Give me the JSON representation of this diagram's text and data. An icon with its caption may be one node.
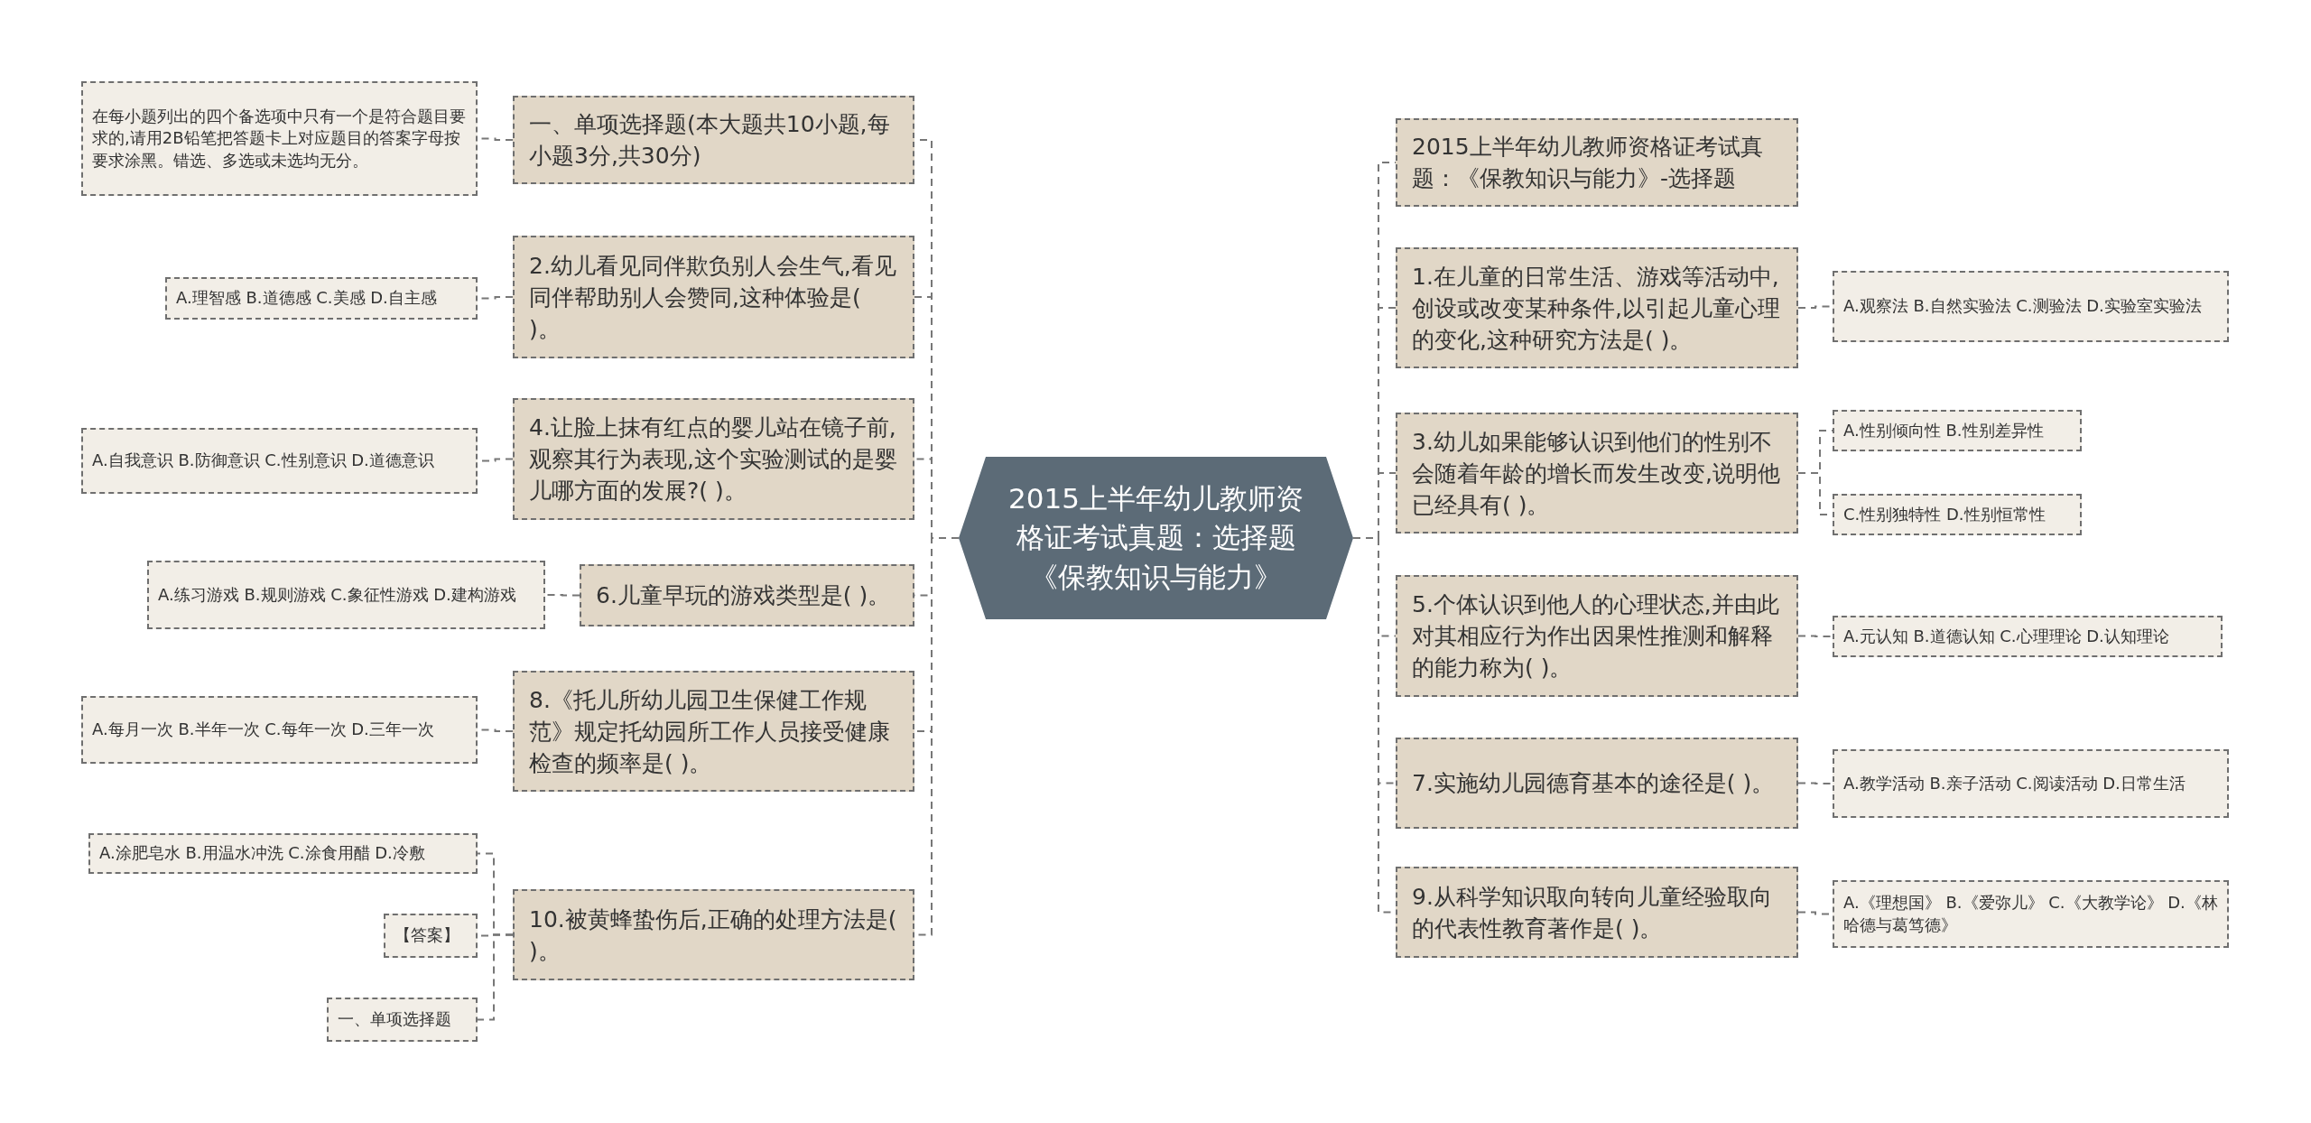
{
  "diagram": {
    "nodes": [
      {
        "text": [
          "2015上半年幼儿教师资格证考试真题：选择题《保教知识与能力》"
        ]
      },
      {
        "text": [
          "一、单项选择题(本大题共10小题,每小题3分,共30分)"
        ]
      },
      {
        "text": [
          "在每小题列出的四个备选项中只有一个是符合题目要求的,请用2B铅笔把答题卡上对应题目的答案字母按要求涂黑。错选、多选或未选均无分。"
        ]
      },
      {
        "text": [
          "2.幼儿看见同伴欺负别人会生气,看见同伴帮助别人会赞同,这种体验是( )。"
        ]
      },
      {
        "text": [
          "A.理智感 B.道德感 C.美感 D.自主感"
        ]
      },
      {
        "text": [
          "4.让脸上抹有红点的婴儿站在镜子前,观察其行为表现,这个实验测试的是婴儿哪方面的发展?( )。"
        ]
      },
      {
        "text": [
          "A.自我意识 B.防御意识 C.性别意识 D.道德意识"
        ]
      },
      {
        "text": [
          "6.儿童早玩的游戏类型是( )。"
        ]
      },
      {
        "text": [
          "A.练习游戏 B.规则游戏 C.象征性游戏 D.建构游戏"
        ]
      },
      {
        "text": [
          "8.《托儿所幼儿园卫生保健工作规范》规定托幼园所工作人员接受健康检查的频率是( )。"
        ]
      },
      {
        "text": [
          "A.每月一次 B.半年一次 C.每年一次 D.三年一次"
        ]
      },
      {
        "text": [
          "10.被黄蜂蛰伤后,正确的处理方法是( )。"
        ]
      },
      {
        "text": [
          "A.涂肥皂水 B.用温水冲洗 C.涂食用醋 D.冷敷"
        ]
      },
      {
        "text": [
          "【答案】"
        ]
      },
      {
        "text": [
          "一、单项选择题"
        ]
      },
      {
        "text": [
          "2015上半年幼儿教师资格证考试真题：《保教知识与能力》-选择题"
        ]
      },
      {
        "text": [
          "1.在儿童的日常生活、游戏等活动中,创设或改变某种条件,以引起儿童心理的变化,这种研究方法是( )。"
        ]
      },
      {
        "text": [
          "A.观察法 B.自然实验法 C.测验法 D.实验室实验法"
        ]
      },
      {
        "text": [
          "3.幼儿如果能够认识到他们的性别不会随着年龄的增长而发生改变,说明他已经具有( )。"
        ]
      },
      {
        "text": [
          "A.性别倾向性 B.性别差异性"
        ]
      },
      {
        "text": [
          "C.性别独特性 D.性别恒常性"
        ]
      },
      {
        "text": [
          "5.个体认识到他人的心理状态,并由此对其相应行为作出因果性推测和解释的能力称为( )。"
        ]
      },
      {
        "text": [
          "A.元认知 B.道德认知 C.心理理论 D.认知理论"
        ]
      },
      {
        "text": [
          "7.实施幼儿园德育基本的途径是( )。"
        ]
      },
      {
        "text": [
          "A.教学活动 B.亲子活动 C.阅读活动 D.日常生活"
        ]
      },
      {
        "text": [
          "9.从科学知识取向转向儿童经验取向的代表性教育著作是( )。"
        ]
      },
      {
        "text": [
          "A.《理想国》 B.《爱弥儿》 C.《大教学论》 D.《林哈德与葛笃德》"
        ]
      }
    ],
    "edges": [
      {
        "from": 0,
        "to": 1,
        "arrow": "none"
      },
      {
        "from": 1,
        "to": 2,
        "arrow": "none"
      },
      {
        "from": 0,
        "to": 3,
        "arrow": "none"
      },
      {
        "from": 3,
        "to": 4,
        "arrow": "none"
      },
      {
        "from": 0,
        "to": 5,
        "arrow": "none"
      },
      {
        "from": 5,
        "to": 6,
        "arrow": "none"
      },
      {
        "from": 0,
        "to": 7,
        "arrow": "none"
      },
      {
        "from": 7,
        "to": 8,
        "arrow": "none"
      },
      {
        "from": 0,
        "to": 9,
        "arrow": "none"
      },
      {
        "from": 9,
        "to": 10,
        "arrow": "none"
      },
      {
        "from": 0,
        "to": 11,
        "arrow": "none"
      },
      {
        "from": 11,
        "to": 12,
        "arrow": "none"
      },
      {
        "from": 11,
        "to": 13,
        "arrow": "none"
      },
      {
        "from": 11,
        "to": 14,
        "arrow": "none"
      },
      {
        "from": 0,
        "to": 15,
        "arrow": "none"
      },
      {
        "from": 0,
        "to": 16,
        "arrow": "none"
      },
      {
        "from": 16,
        "to": 17,
        "arrow": "none"
      },
      {
        "from": 0,
        "to": 18,
        "arrow": "none"
      },
      {
        "from": 18,
        "to": 19,
        "arrow": "none"
      },
      {
        "from": 18,
        "to": 20,
        "arrow": "none"
      },
      {
        "from": 0,
        "to": 21,
        "arrow": "none"
      },
      {
        "from": 21,
        "to": 22,
        "arrow": "none"
      },
      {
        "from": 0,
        "to": 23,
        "arrow": "none"
      },
      {
        "from": 23,
        "to": 24,
        "arrow": "none"
      },
      {
        "from": 0,
        "to": 25,
        "arrow": "none"
      },
      {
        "from": 25,
        "to": 26,
        "arrow": "none"
      }
    ]
  }
}
